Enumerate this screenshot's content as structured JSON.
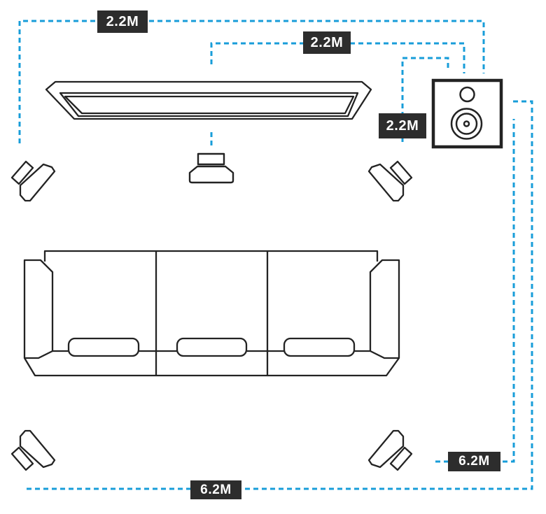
{
  "diagram": {
    "kind": "home-theater-speaker-placement-top-view",
    "colors": {
      "measurement_line": "#189dd9",
      "outline": "#232323",
      "label_background": "#2d2d2d",
      "label_text": "#ffffff",
      "background": "#ffffff"
    },
    "measurements": [
      {
        "id": "front-width",
        "text": "2.2M"
      },
      {
        "id": "tv-to-subwoofer",
        "text": "2.2M"
      },
      {
        "id": "subwoofer-offset",
        "text": "2.2M"
      },
      {
        "id": "room-depth",
        "text": "6.2M"
      },
      {
        "id": "room-width",
        "text": "6.2M"
      }
    ],
    "objects": [
      "tv",
      "subwoofer",
      "center-speaker",
      "front-left-speaker",
      "front-right-speaker",
      "rear-left-speaker",
      "rear-right-speaker",
      "sofa"
    ]
  }
}
